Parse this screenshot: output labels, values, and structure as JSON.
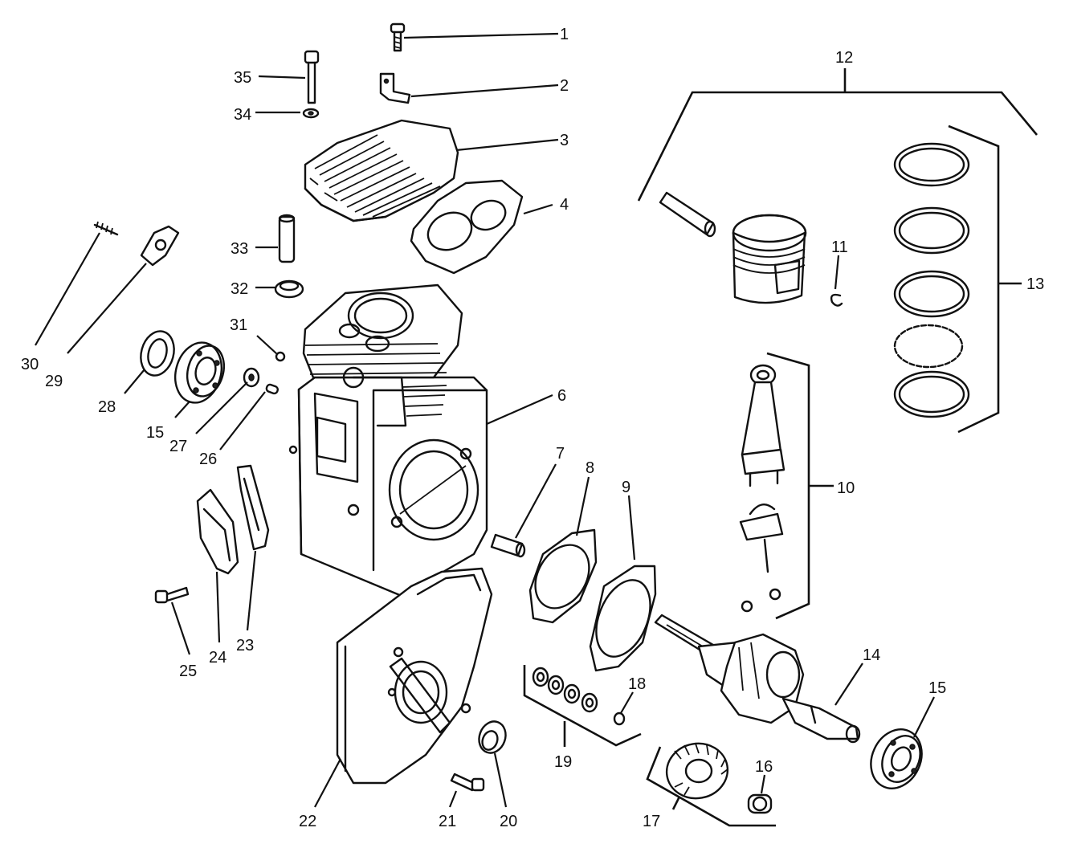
{
  "diagram": {
    "callouts": [
      {
        "id": "1",
        "label": "1"
      },
      {
        "id": "2",
        "label": "2"
      },
      {
        "id": "3",
        "label": "3"
      },
      {
        "id": "4",
        "label": "4"
      },
      {
        "id": "6",
        "label": "6"
      },
      {
        "id": "7",
        "label": "7"
      },
      {
        "id": "8",
        "label": "8"
      },
      {
        "id": "9",
        "label": "9"
      },
      {
        "id": "10",
        "label": "10"
      },
      {
        "id": "11",
        "label": "11"
      },
      {
        "id": "12",
        "label": "12"
      },
      {
        "id": "13",
        "label": "13"
      },
      {
        "id": "14",
        "label": "14"
      },
      {
        "id": "15a",
        "label": "15"
      },
      {
        "id": "15b",
        "label": "15"
      },
      {
        "id": "16",
        "label": "16"
      },
      {
        "id": "17",
        "label": "17"
      },
      {
        "id": "18",
        "label": "18"
      },
      {
        "id": "19",
        "label": "19"
      },
      {
        "id": "20",
        "label": "20"
      },
      {
        "id": "21",
        "label": "21"
      },
      {
        "id": "22",
        "label": "22"
      },
      {
        "id": "23",
        "label": "23"
      },
      {
        "id": "24",
        "label": "24"
      },
      {
        "id": "25",
        "label": "25"
      },
      {
        "id": "26",
        "label": "26"
      },
      {
        "id": "27",
        "label": "27"
      },
      {
        "id": "28",
        "label": "28"
      },
      {
        "id": "29",
        "label": "29"
      },
      {
        "id": "30",
        "label": "30"
      },
      {
        "id": "31",
        "label": "31"
      },
      {
        "id": "32",
        "label": "32"
      },
      {
        "id": "33",
        "label": "33"
      },
      {
        "id": "34",
        "label": "34"
      },
      {
        "id": "35",
        "label": "35"
      }
    ]
  }
}
